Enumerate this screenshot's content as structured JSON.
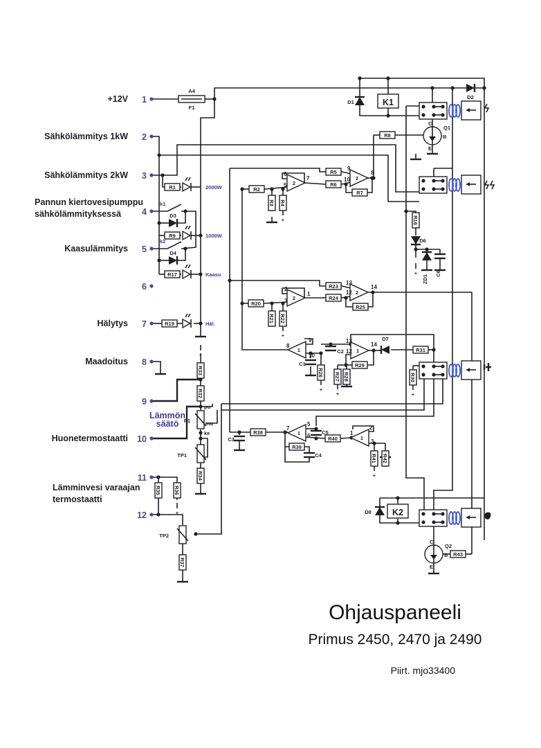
{
  "terminals": [
    {
      "num": "1",
      "label": [
        "+12V"
      ]
    },
    {
      "num": "2",
      "label": [
        "Sähkölämmitys 1kW"
      ]
    },
    {
      "num": "3",
      "label": [
        "Sähkölämmitys 2kW"
      ]
    },
    {
      "num": "4",
      "label": [
        "Pannun kiertovesipumppu",
        "sähkölämmityksessä"
      ]
    },
    {
      "num": "5",
      "label": [
        "Kaasulämmitys"
      ]
    },
    {
      "num": "6",
      "label": []
    },
    {
      "num": "7",
      "label": [
        "Hälytys"
      ]
    },
    {
      "num": "8",
      "label": [
        "Maadoitus"
      ]
    },
    {
      "num": "9",
      "label": []
    },
    {
      "num": "10",
      "label": [
        "Huonetermostaatti"
      ]
    },
    {
      "num": "11",
      "label": [
        "Lämminvesi varaajan",
        "termostaatti"
      ]
    },
    {
      "num": "12",
      "label": []
    }
  ],
  "fuse": {
    "top": "A4",
    "bottom": "F1"
  },
  "led_labels": [
    "2000W",
    "1000W",
    "Kaasu",
    "Häl."
  ],
  "switches": [
    "k1",
    "k2"
  ],
  "resistors": [
    "R1",
    "R9",
    "R17",
    "R19",
    "R2",
    "R3",
    "R4",
    "R5",
    "R6",
    "R7",
    "R8",
    "R16",
    "R20",
    "R21",
    "R22",
    "R23",
    "R24",
    "R25",
    "R26",
    "R27",
    "R28",
    "R29",
    "R30",
    "R31",
    "R38",
    "R39",
    "R40",
    "R41",
    "R42",
    "R43",
    "R33",
    "R32",
    "R34",
    "R35",
    "R36",
    "R37"
  ],
  "diodes": [
    "D1",
    "D2",
    "D3",
    "D4",
    "D6",
    "D7",
    "D8",
    "ZD1"
  ],
  "capacitors": [
    "C1",
    "C2",
    "C3",
    "C4",
    "C5",
    "C6"
  ],
  "relays": [
    "K1",
    "K2"
  ],
  "transistors": [
    {
      "name": "Q1",
      "pins": [
        "C",
        "B",
        "E"
      ]
    },
    {
      "name": "Q2",
      "pins": [
        "C",
        "B",
        "E"
      ]
    }
  ],
  "opamp_units": [
    "2",
    "2",
    "2",
    "2",
    "1",
    "1",
    "1",
    "1"
  ],
  "pin_numbers": [
    "6",
    "5",
    "7",
    "9",
    "10",
    "8",
    "2",
    "3",
    "1",
    "13",
    "12",
    "14",
    "9",
    "10",
    "8",
    "13",
    "12",
    "14",
    "5",
    "6",
    "7",
    "2",
    "3",
    "1"
  ],
  "pots": [
    "P1",
    "TP1",
    "TP2"
  ],
  "node_labels": [
    "pu",
    "mu",
    "ke"
  ],
  "pot_caption": [
    "Lämmön",
    "säätö"
  ],
  "title": "Ohjauspaneeli",
  "subtitle": "Primus 2450, 2470 ja 2490",
  "author": "Piirt. mjo33400",
  "colors": {
    "wire": "#1e1e24",
    "terminal_number": "#4a4a90",
    "coil": "#4a60d0"
  }
}
